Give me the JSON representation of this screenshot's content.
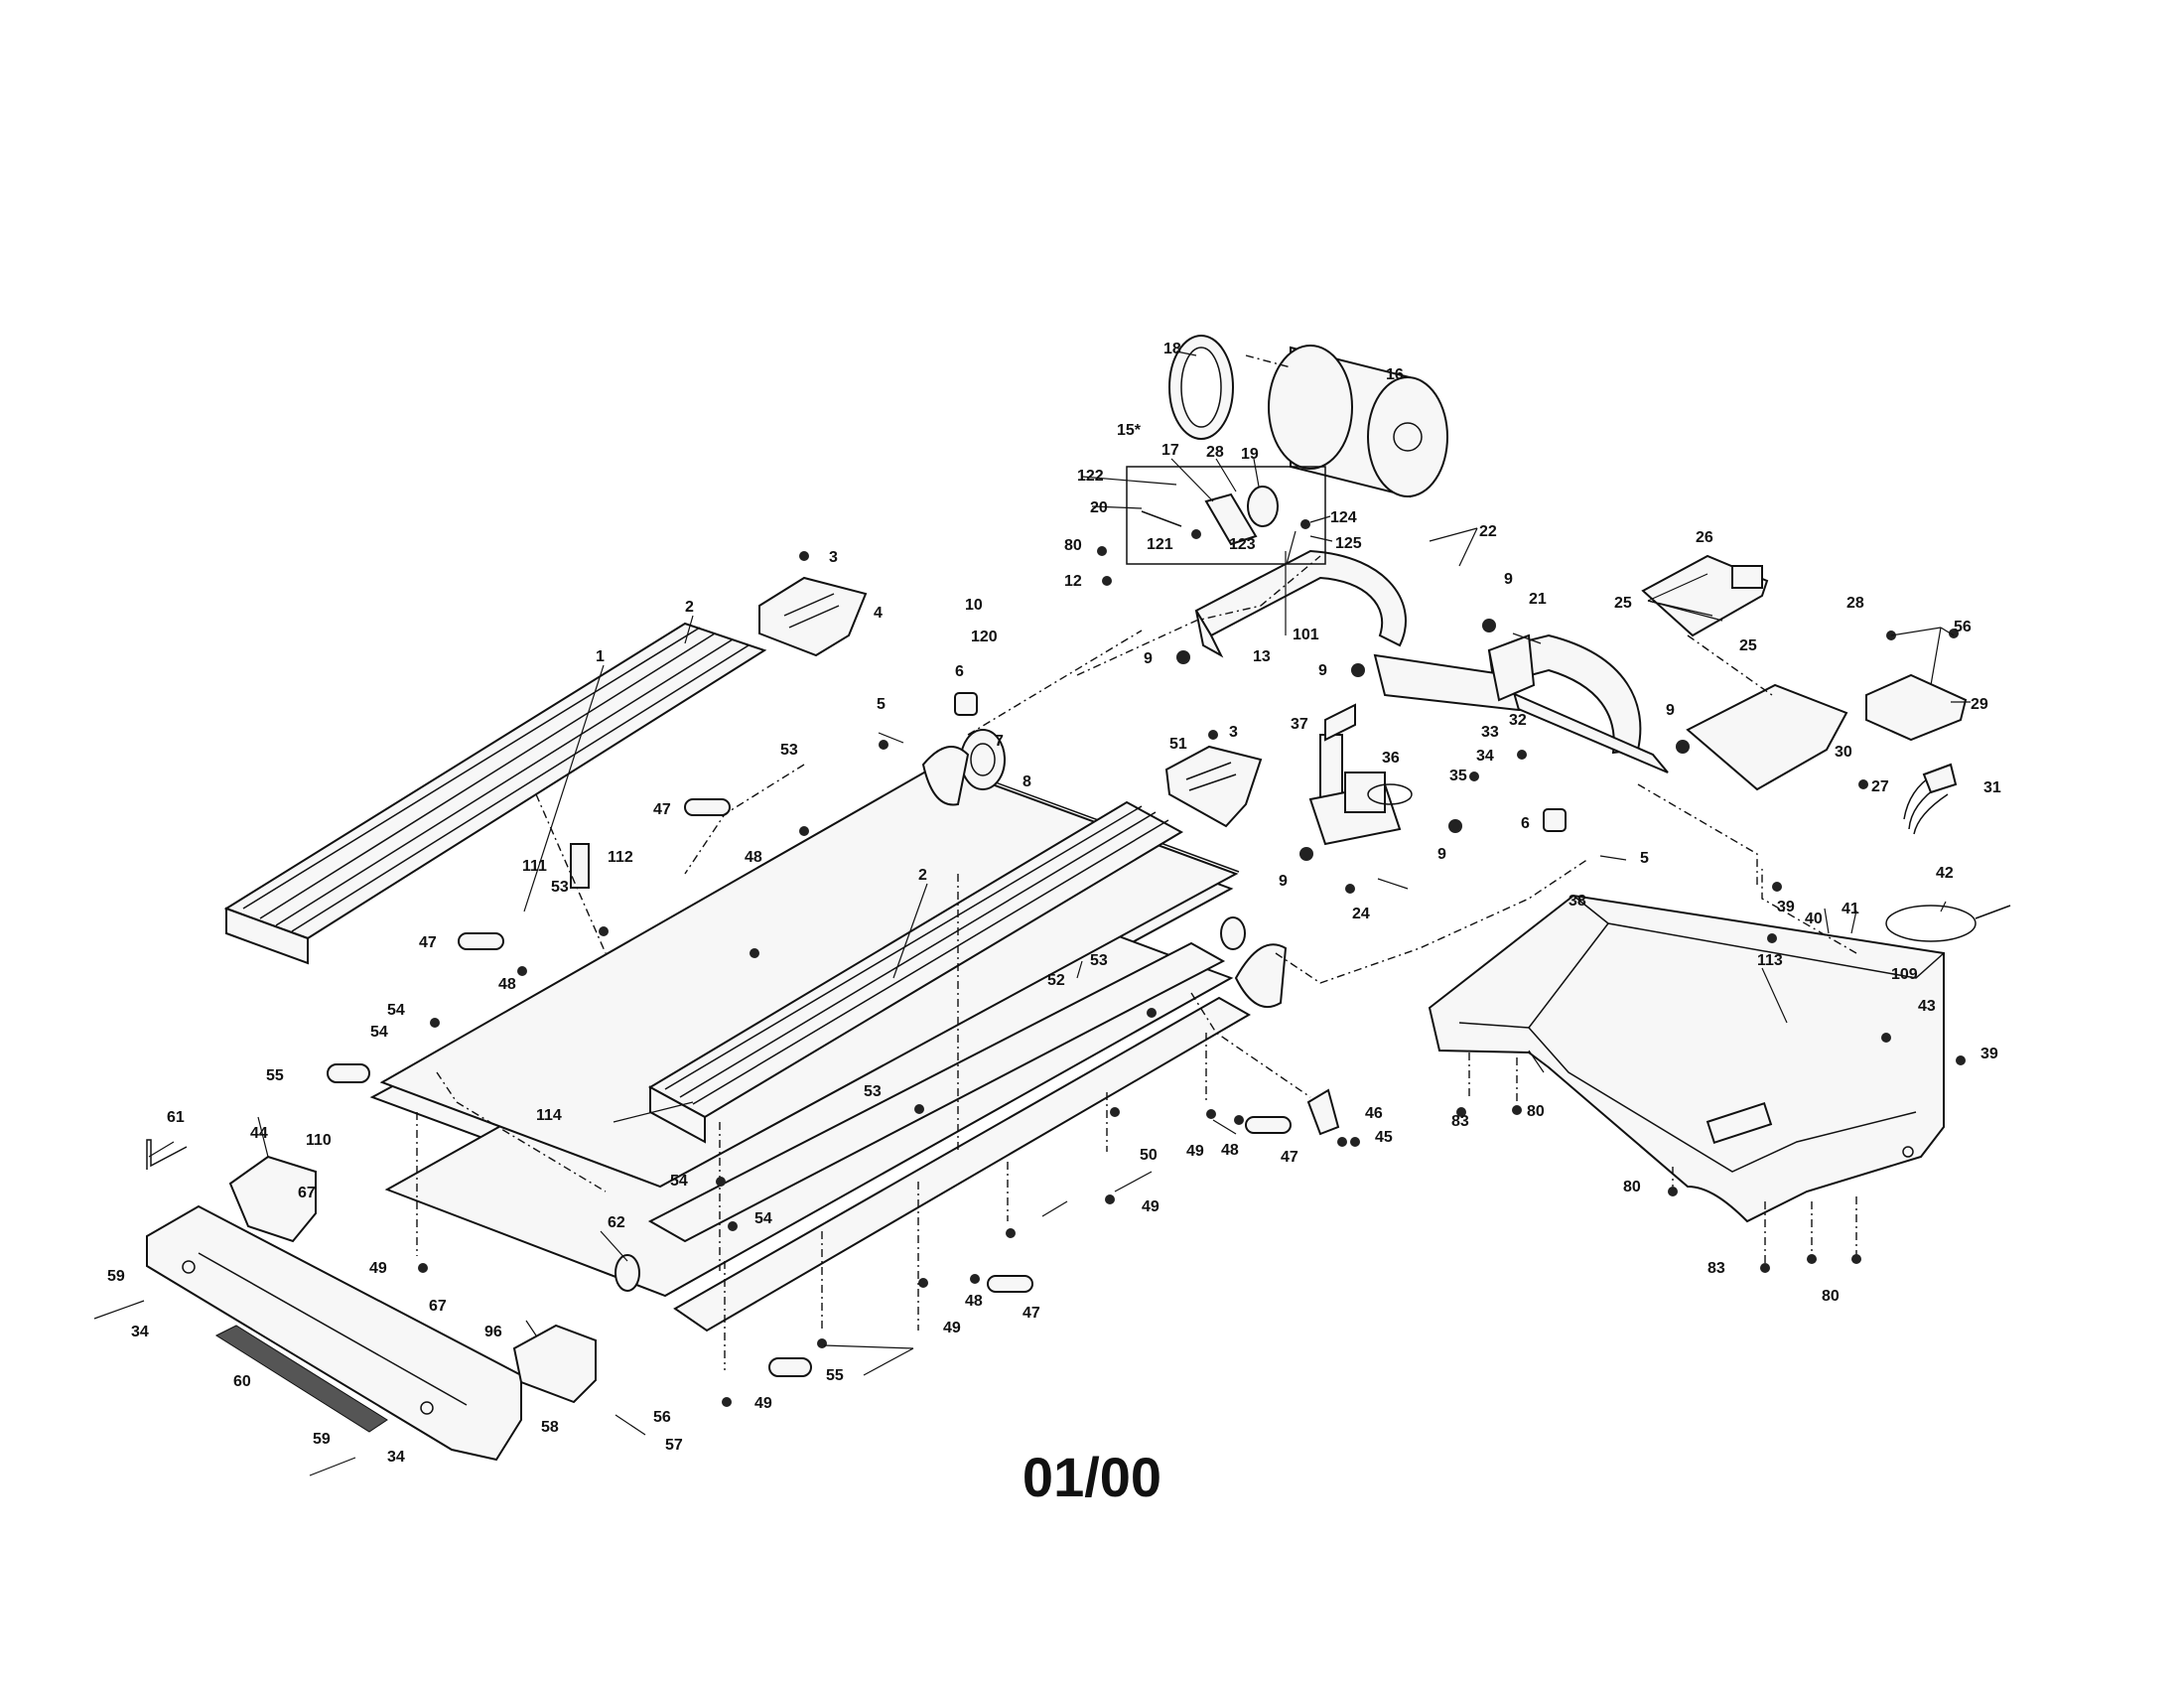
{
  "revision": "01/00",
  "callouts": [
    {
      "id": "c-1",
      "text": "1"
    },
    {
      "id": "c-2a",
      "text": "2"
    },
    {
      "id": "c-2b",
      "text": "2"
    },
    {
      "id": "c-3a",
      "text": "3"
    },
    {
      "id": "c-3b",
      "text": "3"
    },
    {
      "id": "c-4",
      "text": "4"
    },
    {
      "id": "c-5a",
      "text": "5"
    },
    {
      "id": "c-5b",
      "text": "5"
    },
    {
      "id": "c-6a",
      "text": "6"
    },
    {
      "id": "c-6b",
      "text": "6"
    },
    {
      "id": "c-7",
      "text": "7"
    },
    {
      "id": "c-8",
      "text": "8"
    },
    {
      "id": "c-9a",
      "text": "9"
    },
    {
      "id": "c-9b",
      "text": "9"
    },
    {
      "id": "c-9c",
      "text": "9"
    },
    {
      "id": "c-9d",
      "text": "9"
    },
    {
      "id": "c-9e",
      "text": "9"
    },
    {
      "id": "c-9f",
      "text": "9"
    },
    {
      "id": "c-10",
      "text": "10"
    },
    {
      "id": "c-12",
      "text": "12"
    },
    {
      "id": "c-13",
      "text": "13"
    },
    {
      "id": "c-15",
      "text": "15*"
    },
    {
      "id": "c-16",
      "text": "16"
    },
    {
      "id": "c-17",
      "text": "17"
    },
    {
      "id": "c-18",
      "text": "18"
    },
    {
      "id": "c-19",
      "text": "19"
    },
    {
      "id": "c-20",
      "text": "20"
    },
    {
      "id": "c-21",
      "text": "21"
    },
    {
      "id": "c-22",
      "text": "22"
    },
    {
      "id": "c-24",
      "text": "24"
    },
    {
      "id": "c-25a",
      "text": "25"
    },
    {
      "id": "c-25b",
      "text": "25"
    },
    {
      "id": "c-26",
      "text": "26"
    },
    {
      "id": "c-27",
      "text": "27"
    },
    {
      "id": "c-28a",
      "text": "28"
    },
    {
      "id": "c-28b",
      "text": "28"
    },
    {
      "id": "c-29",
      "text": "29"
    },
    {
      "id": "c-30",
      "text": "30"
    },
    {
      "id": "c-31",
      "text": "31"
    },
    {
      "id": "c-32",
      "text": "32"
    },
    {
      "id": "c-33",
      "text": "33"
    },
    {
      "id": "c-34a",
      "text": "34"
    },
    {
      "id": "c-34b",
      "text": "34"
    },
    {
      "id": "c-34c",
      "text": "34"
    },
    {
      "id": "c-35",
      "text": "35"
    },
    {
      "id": "c-36",
      "text": "36"
    },
    {
      "id": "c-37",
      "text": "37"
    },
    {
      "id": "c-38",
      "text": "38"
    },
    {
      "id": "c-39a",
      "text": "39"
    },
    {
      "id": "c-39b",
      "text": "39"
    },
    {
      "id": "c-40",
      "text": "40"
    },
    {
      "id": "c-41",
      "text": "41"
    },
    {
      "id": "c-42",
      "text": "42"
    },
    {
      "id": "c-43",
      "text": "43"
    },
    {
      "id": "c-44",
      "text": "44"
    },
    {
      "id": "c-45",
      "text": "45"
    },
    {
      "id": "c-46",
      "text": "46"
    },
    {
      "id": "c-47a",
      "text": "47"
    },
    {
      "id": "c-47b",
      "text": "47"
    },
    {
      "id": "c-47c",
      "text": "47"
    },
    {
      "id": "c-47d",
      "text": "47"
    },
    {
      "id": "c-48a",
      "text": "48"
    },
    {
      "id": "c-48b",
      "text": "48"
    },
    {
      "id": "c-48c",
      "text": "48"
    },
    {
      "id": "c-48d",
      "text": "48"
    },
    {
      "id": "c-49a",
      "text": "49"
    },
    {
      "id": "c-49b",
      "text": "49"
    },
    {
      "id": "c-49c",
      "text": "49"
    },
    {
      "id": "c-49d",
      "text": "49"
    },
    {
      "id": "c-49e",
      "text": "49"
    },
    {
      "id": "c-50",
      "text": "50"
    },
    {
      "id": "c-51",
      "text": "51"
    },
    {
      "id": "c-52",
      "text": "52"
    },
    {
      "id": "c-53a",
      "text": "53"
    },
    {
      "id": "c-53b",
      "text": "53"
    },
    {
      "id": "c-53c",
      "text": "53"
    },
    {
      "id": "c-53d",
      "text": "53"
    },
    {
      "id": "c-54a",
      "text": "54"
    },
    {
      "id": "c-54b",
      "text": "54"
    },
    {
      "id": "c-54c",
      "text": "54"
    },
    {
      "id": "c-54d",
      "text": "54"
    },
    {
      "id": "c-55a",
      "text": "55"
    },
    {
      "id": "c-55b",
      "text": "55"
    },
    {
      "id": "c-56a",
      "text": "56"
    },
    {
      "id": "c-56b",
      "text": "56"
    },
    {
      "id": "c-57",
      "text": "57"
    },
    {
      "id": "c-58",
      "text": "58"
    },
    {
      "id": "c-59a",
      "text": "59"
    },
    {
      "id": "c-59b",
      "text": "59"
    },
    {
      "id": "c-60",
      "text": "60"
    },
    {
      "id": "c-61",
      "text": "61"
    },
    {
      "id": "c-62",
      "text": "62"
    },
    {
      "id": "c-67a",
      "text": "67"
    },
    {
      "id": "c-67b",
      "text": "67"
    },
    {
      "id": "c-80a",
      "text": "80"
    },
    {
      "id": "c-80b",
      "text": "80"
    },
    {
      "id": "c-80c",
      "text": "80"
    },
    {
      "id": "c-80d",
      "text": "80"
    },
    {
      "id": "c-83a",
      "text": "83"
    },
    {
      "id": "c-83b",
      "text": "83"
    },
    {
      "id": "c-96",
      "text": "96"
    },
    {
      "id": "c-101",
      "text": "101"
    },
    {
      "id": "c-109",
      "text": "109"
    },
    {
      "id": "c-110",
      "text": "110"
    },
    {
      "id": "c-111",
      "text": "111"
    },
    {
      "id": "c-112",
      "text": "112"
    },
    {
      "id": "c-113",
      "text": "113"
    },
    {
      "id": "c-114",
      "text": "114"
    },
    {
      "id": "c-120",
      "text": "120"
    },
    {
      "id": "c-121",
      "text": "121"
    },
    {
      "id": "c-122",
      "text": "122"
    },
    {
      "id": "c-123",
      "text": "123"
    },
    {
      "id": "c-124",
      "text": "124"
    },
    {
      "id": "c-125",
      "text": "125"
    }
  ]
}
